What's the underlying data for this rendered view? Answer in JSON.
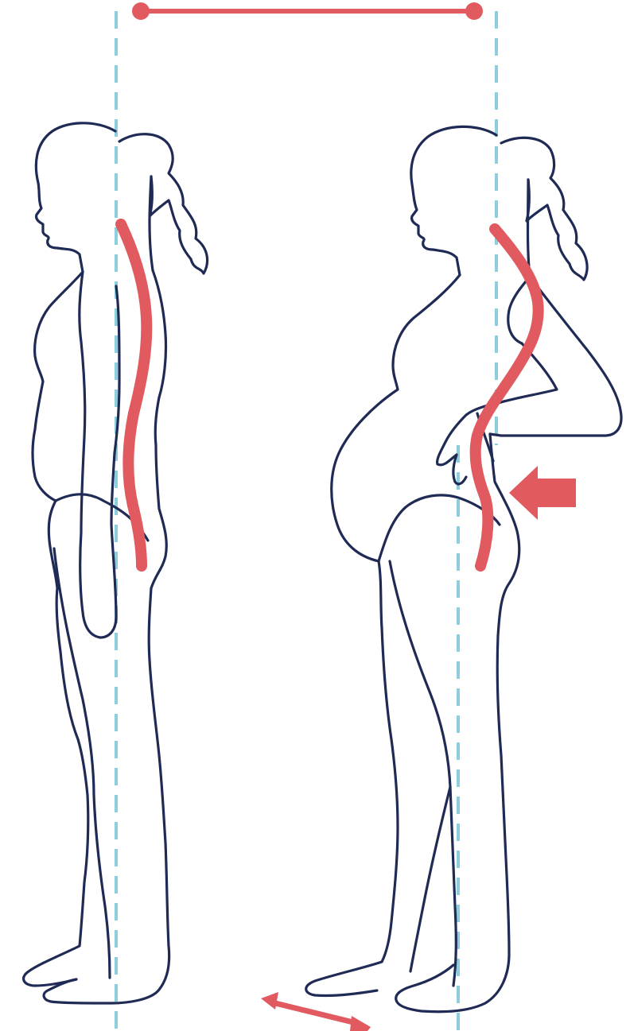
{
  "figure": {
    "panels": [
      {
        "id": "non-pregnant",
        "spine_curve": "neutral"
      },
      {
        "id": "pregnant",
        "spine_curve": "increased-lumbar-lordosis"
      }
    ]
  },
  "colors": {
    "outline": "#1f2a55",
    "accent": "#e05a5f",
    "guide": "#8ccfdc",
    "background": "#ffffff"
  },
  "icons": {
    "shift_arrow": "arrow-left-icon",
    "foot_arrow": "double-arrow-icon"
  }
}
